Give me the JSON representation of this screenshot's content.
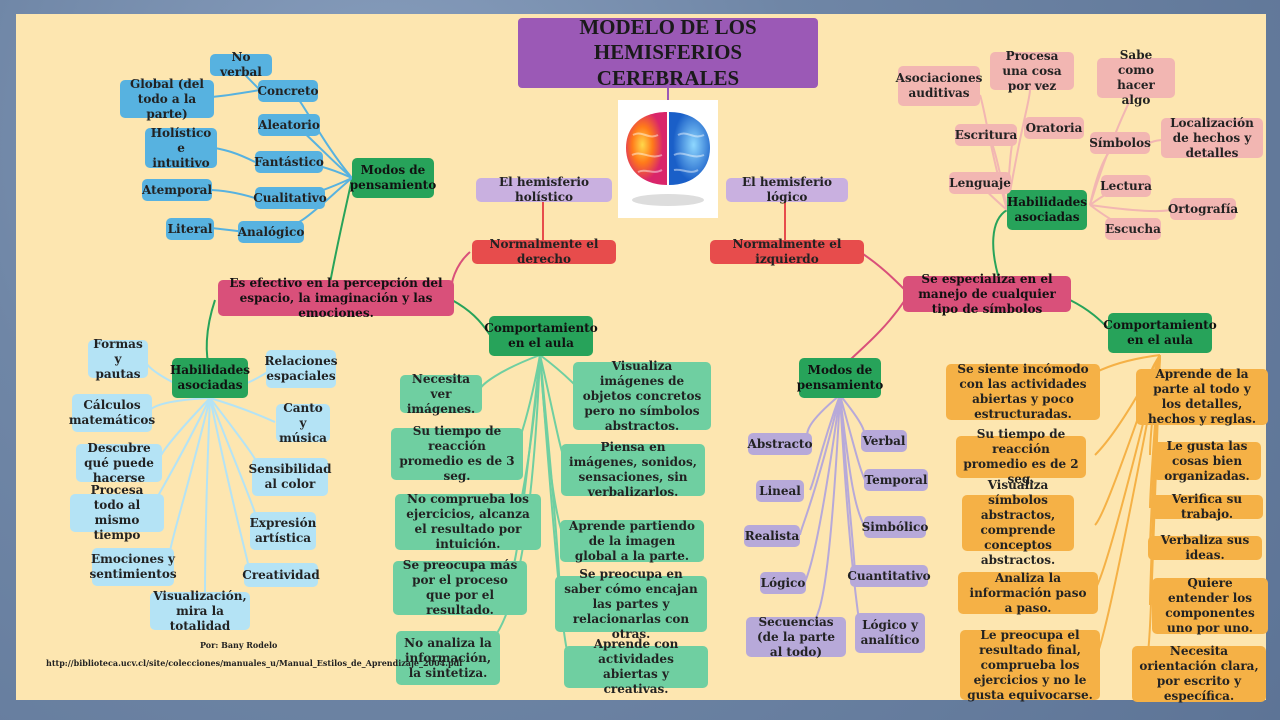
{
  "title": "MODELO DE LOS HEMISFERIOS CEREBRALES",
  "credit": {
    "author": "Por: Bany Rodelo",
    "url": "http://biblioteca.ucv.cl/site/colecciones/manuales_u/Manual_Estilos_de_Aprendizaje_2004.pdf"
  },
  "left": {
    "hemisphere": "El hemisferio holístico",
    "side": "Normalmente el derecho",
    "effective": "Es efectivo en la percepción del espacio, la imaginación y las emociones.",
    "modes": {
      "label": "Modos de pensamiento",
      "items": [
        "No verbal",
        "Global (del todo a la parte)",
        "Concreto",
        "Aleatorio",
        "Holístico e intuitivo",
        "Fantástico",
        "Atemporal",
        "Cualitativo",
        "Literal",
        "Analógico"
      ]
    },
    "skills": {
      "label": "Habilidades asociadas",
      "items": [
        "Formas y pautas",
        "Relaciones espaciales",
        "Cálculos matemáticos",
        "Canto y música",
        "Descubre qué puede hacerse",
        "Sensibilidad al color",
        "Procesa todo al mismo tiempo",
        "Expresión artística",
        "Emociones y sentimientos",
        "Creatividad",
        "Visualización, mira la totalidad"
      ]
    },
    "classroom": {
      "label": "Comportamiento en el aula",
      "items": [
        "Necesita ver imágenes.",
        "Visualiza imágenes de objetos concretos pero no símbolos abstractos.",
        "Su tiempo de reacción promedio es de 3 seg.",
        "Piensa en imágenes, sonidos, sensaciones, sin verbalizarlos.",
        "No comprueba los ejercicios, alcanza el resultado por intuición.",
        "Aprende partiendo de la imagen global a la parte.",
        "Se preocupa más por el proceso que por el resultado.",
        "Se preocupa en saber cómo encajan las partes y relacionarlas con otras.",
        "No analiza la información, la sintetiza.",
        "Aprende con actividades abiertas y creativas."
      ]
    }
  },
  "right": {
    "hemisphere": "El hemisferio lógico",
    "side": "Normalmente el izquierdo",
    "special": "Se especializa en el manejo de cualquier tipo de símbolos",
    "skills": {
      "label": "Habilidades asociadas",
      "items": [
        "Asociaciones auditivas",
        "Procesa una cosa por vez",
        "Sabe como hacer algo",
        "Escritura",
        "Oratoria",
        "Símbolos",
        "Localización de hechos y detalles",
        "Lenguaje",
        "Lectura",
        "Ortografía",
        "Escucha"
      ]
    },
    "modes": {
      "label": "Modos de pensamiento",
      "items": [
        "Abstracto",
        "Verbal",
        "Lineal",
        "Temporal",
        "Realista",
        "Simbólico",
        "Lógico",
        "Cuantitativo",
        "Secuencias (de la parte al todo)",
        "Lógico y analítico"
      ]
    },
    "classroom": {
      "label": "Comportamiento en el aula",
      "items": [
        "Se siente incómodo con las actividades abiertas y poco estructuradas.",
        "Aprende de la parte al todo y los detalles, hechos y reglas.",
        "Su tiempo de reacción promedio es de 2 seg.",
        "Le gusta las cosas bien organizadas.",
        "Verifica su trabajo.",
        "Visualiza símbolos abstractos, comprende conceptos abstractos.",
        "Verbaliza sus ideas.",
        "Analiza la información paso a paso.",
        "Quiere entender los componentes uno por uno.",
        "Le preocupa el resultado final, comprueba los ejercicios y no le gusta equivocarse.",
        "Necesita orientación clara, por escrito y específica."
      ]
    }
  },
  "icons": [
    "brain-icon"
  ],
  "colors": {
    "board": "#fde6b0",
    "title": "#9b59b6",
    "red": "#e74c4c",
    "pink": "#d9507a",
    "green": "#27a35a",
    "mint": "#6fcfa1",
    "blue": "#57b2e0",
    "lightblue": "#b4e3f5",
    "rose": "#f2b6b2",
    "orange": "#f5b146",
    "purple": "#b7a9d9"
  }
}
